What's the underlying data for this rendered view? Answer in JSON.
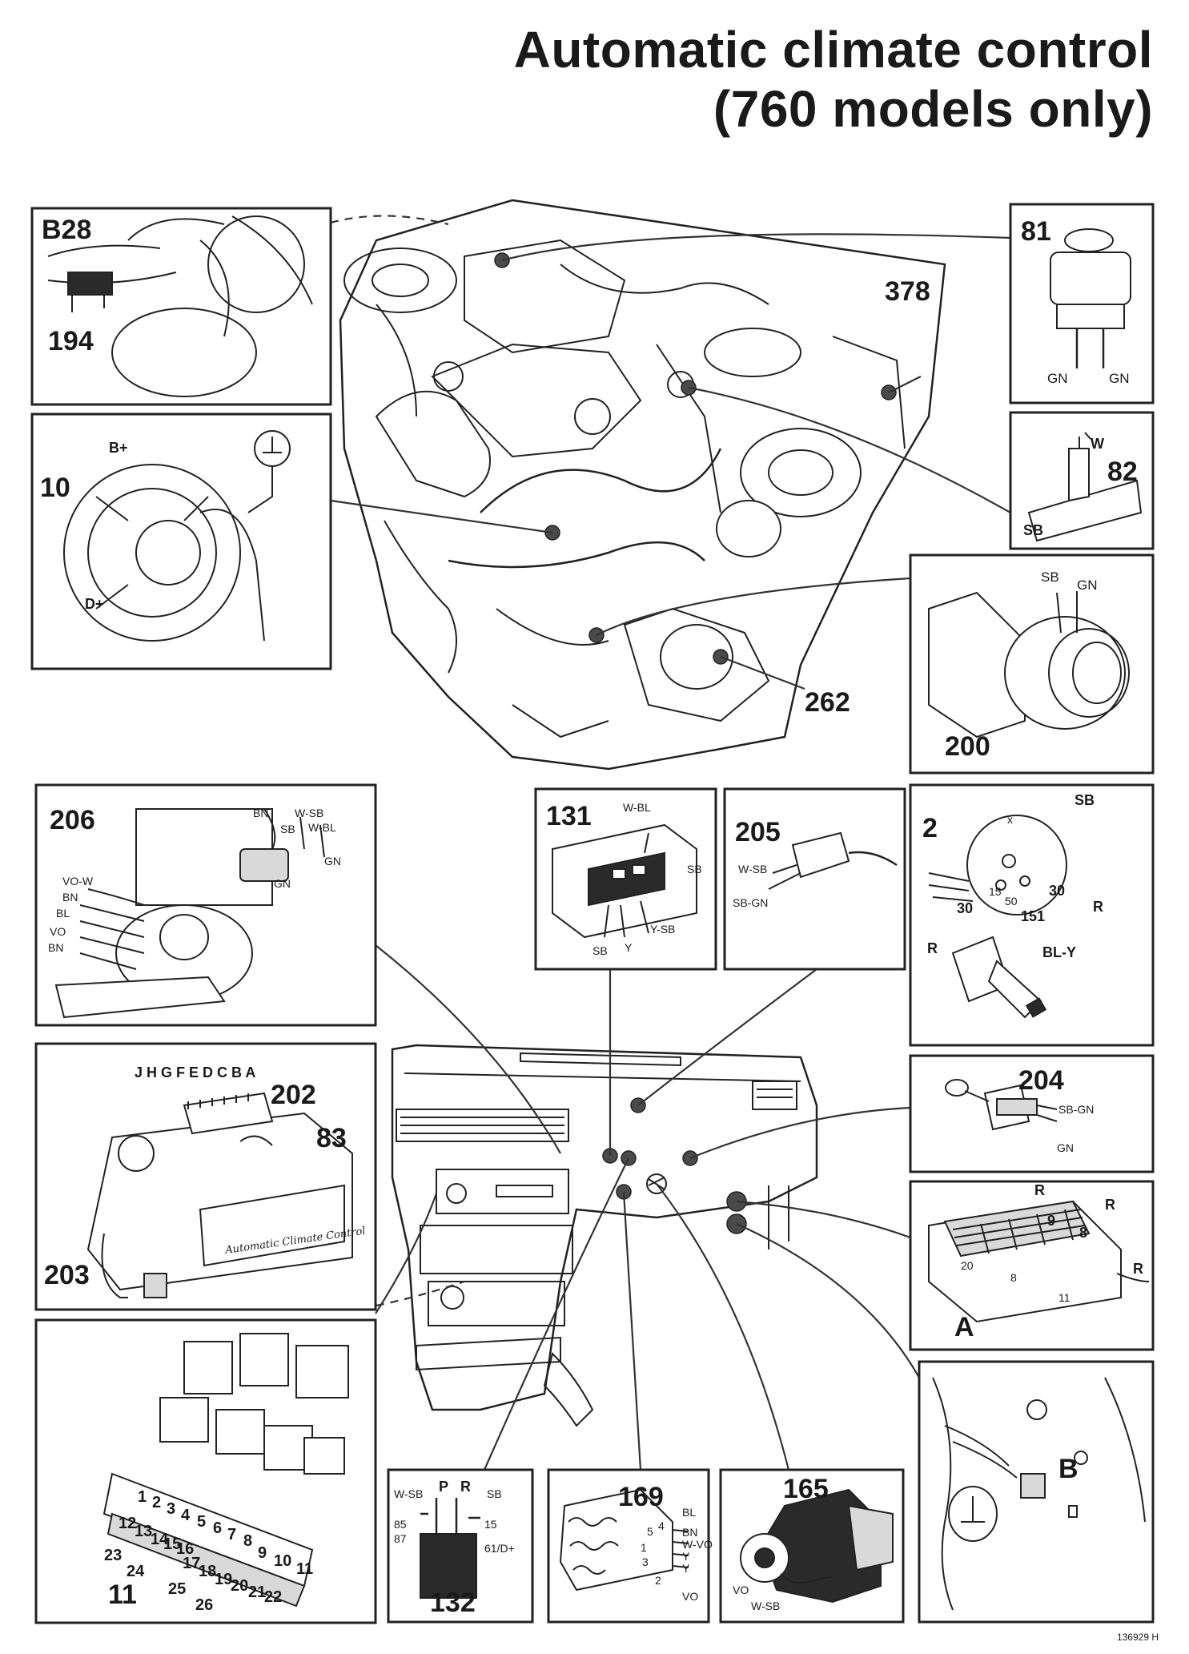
{
  "title": {
    "line1": "Automatic climate control",
    "line2": "(760 models only)"
  },
  "components": {
    "b28": "B28",
    "p194": "194",
    "p10": "10",
    "p81": "81",
    "p378": "378",
    "p82": "82",
    "p262": "262",
    "p200": "200",
    "p206": "206",
    "p131": "131",
    "p205": "205",
    "p2": "2",
    "p202": "202",
    "p83": "83",
    "p203": "203",
    "p204": "204",
    "pA": "A",
    "p11": "11",
    "p132": "132",
    "p169": "169",
    "p165": "165",
    "pB": "B"
  },
  "wires": {
    "alt_bplus": "B+",
    "alt_dplus": "D+",
    "p81_gn_left": "GN",
    "p81_gn_right": "GN",
    "p82_w": "W",
    "p82_sb": "SB",
    "p200_sb": "SB",
    "p200_gn": "GN",
    "p206_bn": "BN",
    "p206_wsb": "W-SB",
    "p206_wbl": "W-BL",
    "p206_sb": "SB",
    "p206_gn1": "GN",
    "p206_gn2": "GN",
    "p206_vow": "VO-W",
    "p206_bn2": "BN",
    "p206_bl": "BL",
    "p206_vo": "VO",
    "p206_bn3": "BN",
    "p131_wbl": "W-BL",
    "p131_sb": "SB",
    "p131_sb2": "SB",
    "p131_y": "Y",
    "p131_ysb": "Y-SB",
    "p205_wsb": "W-SB",
    "p205_sbgn": "SB-GN",
    "p2_sb": "SB",
    "p2_x": "x",
    "p2_30a": "30",
    "p2_r": "R",
    "p2_30b": "30",
    "p2_r2": "R",
    "p2_151": "151",
    "p2_bly": "BL-Y",
    "p2_15": "15",
    "p2_50": "50",
    "p202_letters": "J H G F E D C B A",
    "p204_sbgn": "SB-GN",
    "p204_gn": "GN",
    "pA_r1": "R",
    "pA_r2": "R",
    "pA_9": "9",
    "pA_8": "8",
    "pA_20": "20",
    "pA_8b": "8",
    "pA_11": "11",
    "pA_r3": "R",
    "p132_wsb": "W-SB",
    "p132_p": "P",
    "p132_r": "R",
    "p132_sb": "SB",
    "p132_85": "85",
    "p132_87": "87",
    "p132_15": "15",
    "p132_61": "61/D+",
    "p169_bl": "BL",
    "p169_bn": "BN",
    "p169_wvo": "W-VO",
    "p169_y1": "Y",
    "p169_y2": "Y",
    "p169_vo": "VO",
    "p169_5": "5",
    "p169_4": "4",
    "p169_1": "1",
    "p169_3": "3",
    "p169_2": "2",
    "p165_vo": "VO",
    "p165_wsb": "W-SB"
  },
  "climate_unit_plate": "Automatic Climate Control",
  "fuses": [
    "1",
    "2",
    "3",
    "4",
    "5",
    "6",
    "7",
    "8",
    "9",
    "10",
    "11",
    "12",
    "13",
    "14",
    "15",
    "16",
    "17",
    "18",
    "19",
    "20",
    "21",
    "22",
    "23",
    "24",
    "25",
    "26"
  ],
  "reference": "136929 H"
}
